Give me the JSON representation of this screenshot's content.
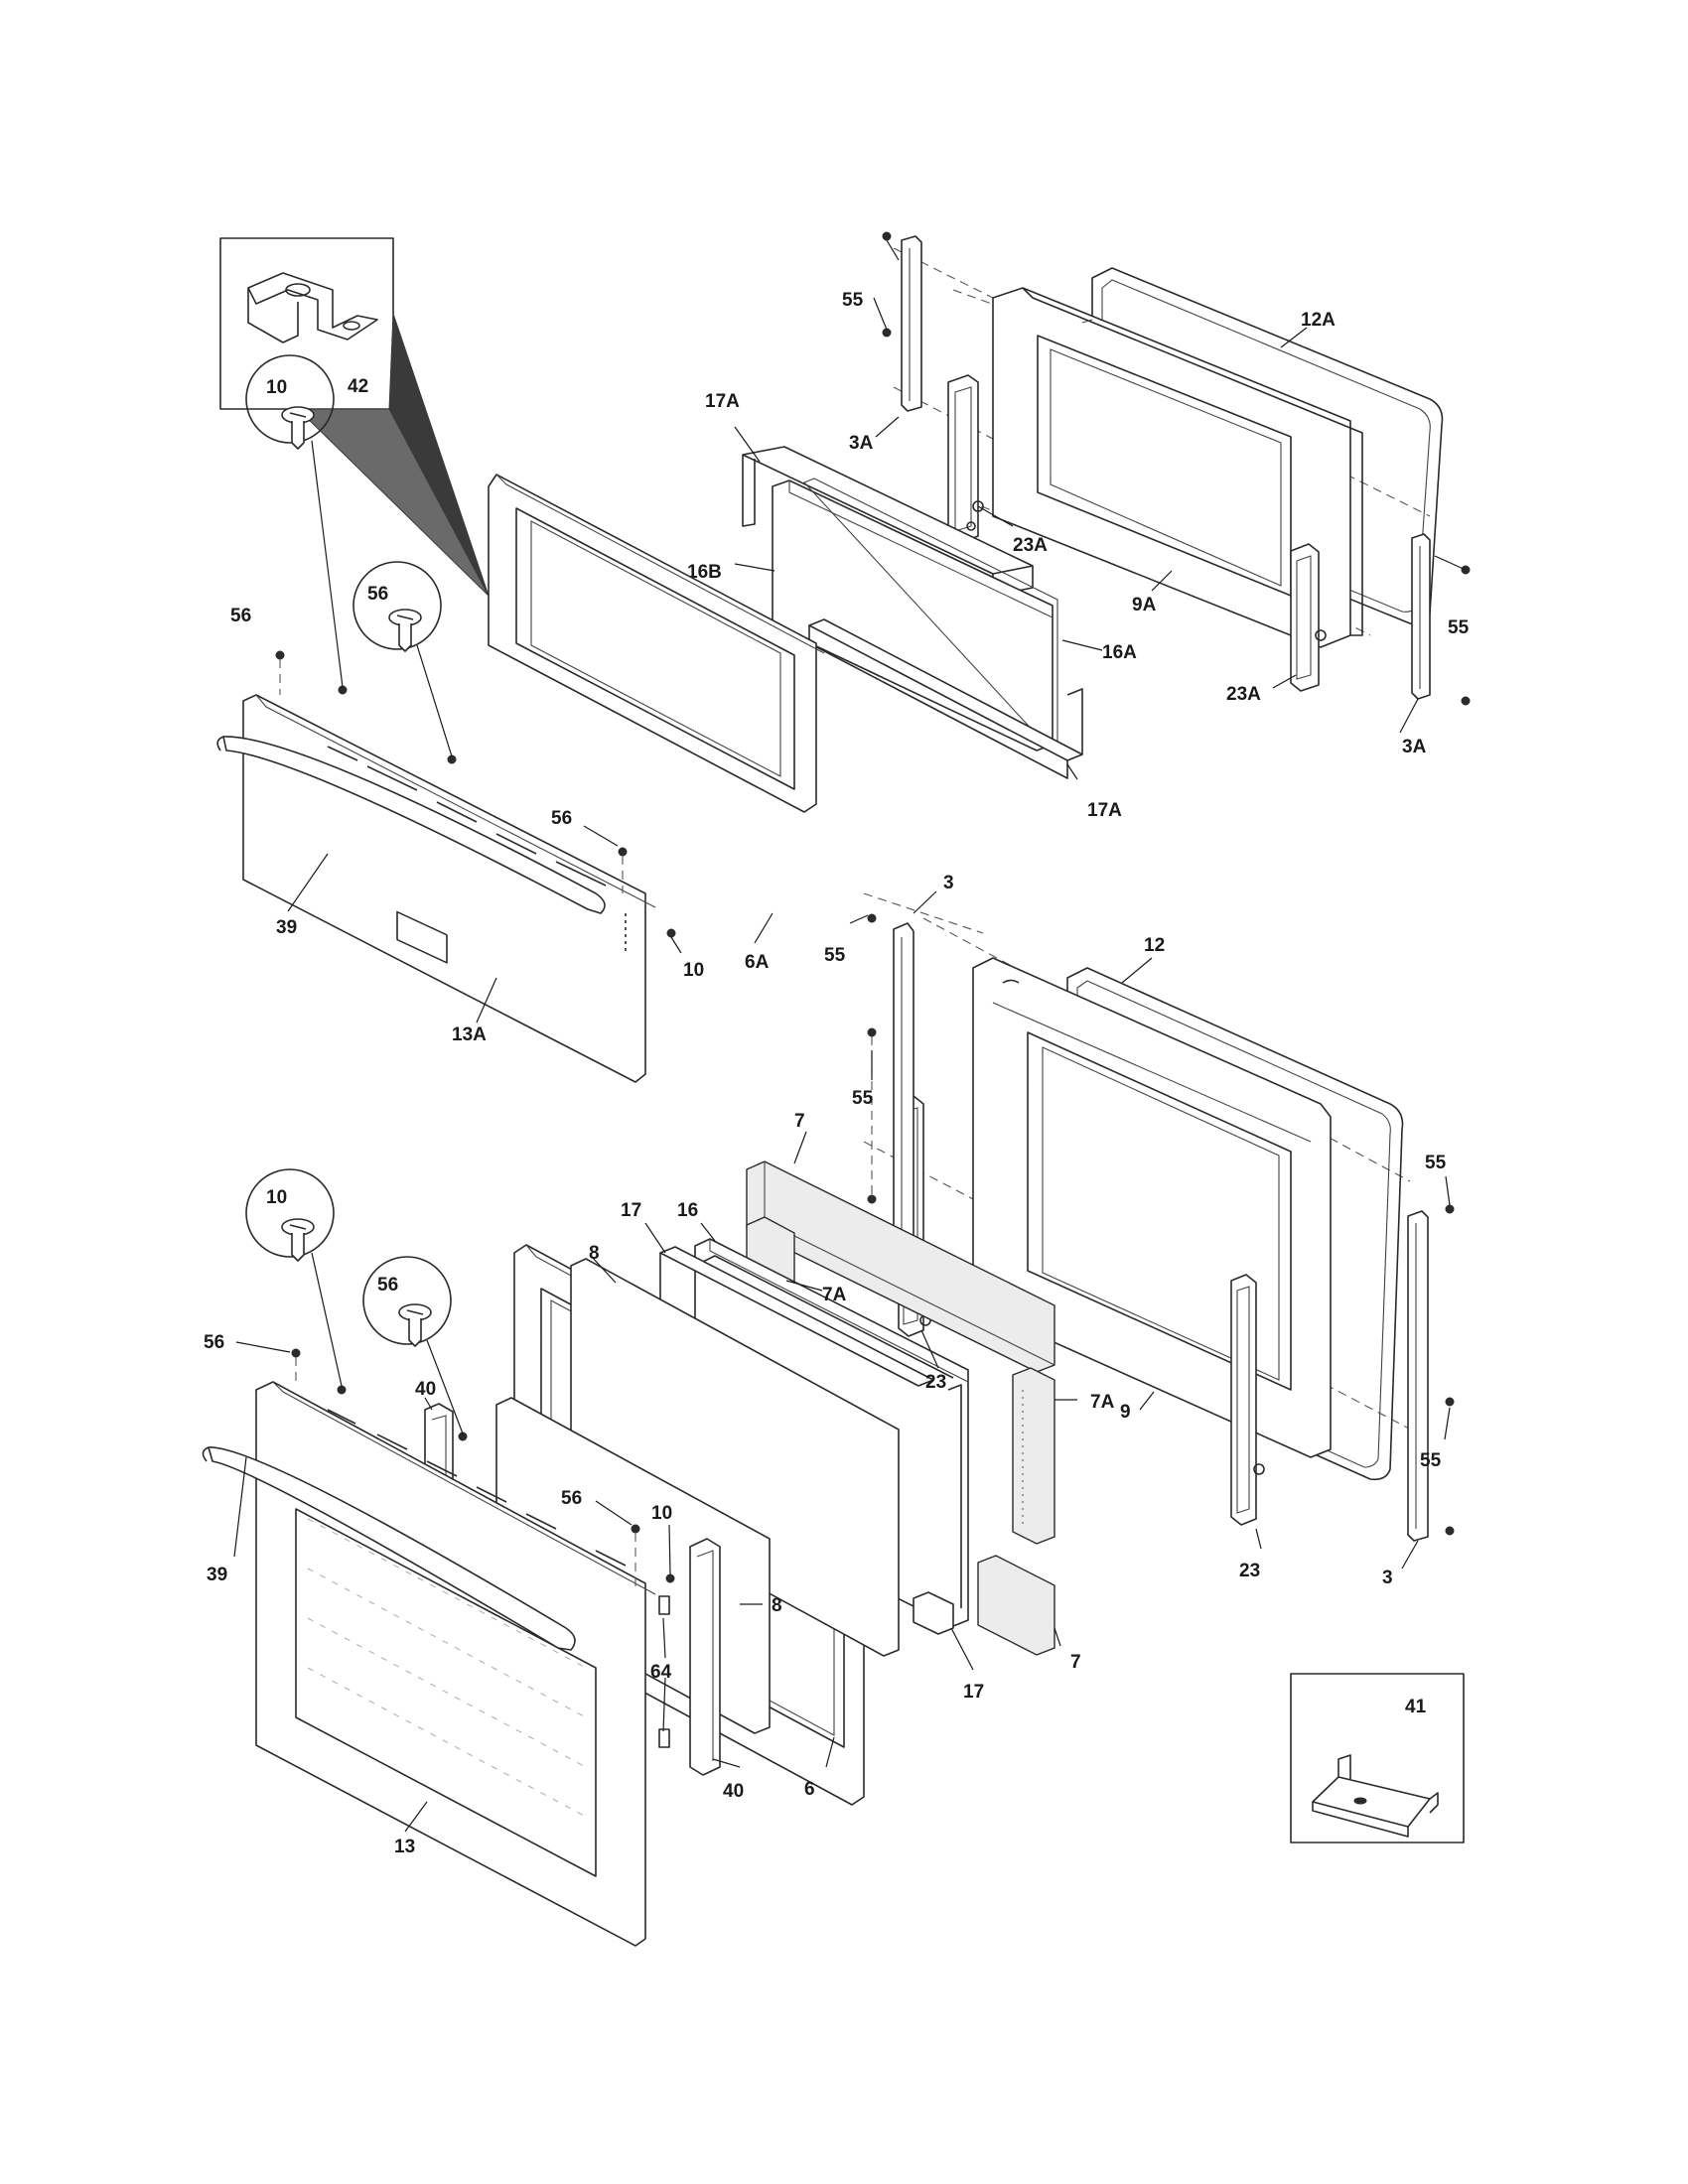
{
  "labels": {
    "p42": "42",
    "p55_a": "55",
    "p12A": "12A",
    "p17A_top": "17A",
    "p3A_left": "3A",
    "p23A_left": "23A",
    "p16B": "16B",
    "p9A": "9A",
    "p16A": "16A",
    "p55_b": "55",
    "p23A_right": "23A",
    "p3A_right": "3A",
    "p17A_bottom": "17A",
    "p10_circle_top": "10",
    "p56_left_top": "56",
    "p56_circle_top": "56",
    "p56_mid_top": "56",
    "p39_top": "39",
    "p13A": "13A",
    "p10_side_top": "10",
    "p6A": "6A",
    "p3_top": "3",
    "p55_c": "55",
    "p12": "12",
    "p55_d": "55",
    "p55_e": "55",
    "p7_top": "7",
    "p17_top": "17",
    "p16": "16",
    "p7A_top": "7A",
    "p8_top": "8",
    "p23_top": "23",
    "p9": "9",
    "p55_f": "55",
    "p7A_right": "7A",
    "p23_bottom": "23",
    "p3_bottom": "3",
    "p10_circle_bottom": "10",
    "p56_circle_bottom": "56",
    "p56_left_bottom": "56",
    "p40_top": "40",
    "p39_bottom": "39",
    "p56_mid_bottom": "56",
    "p10_mid_bottom": "10",
    "p8_bottom": "8",
    "p64": "64",
    "p40_bottom": "40",
    "p6": "6",
    "p17_bottom": "17",
    "p7_bottom": "7",
    "p13": "13",
    "p41": "41"
  }
}
